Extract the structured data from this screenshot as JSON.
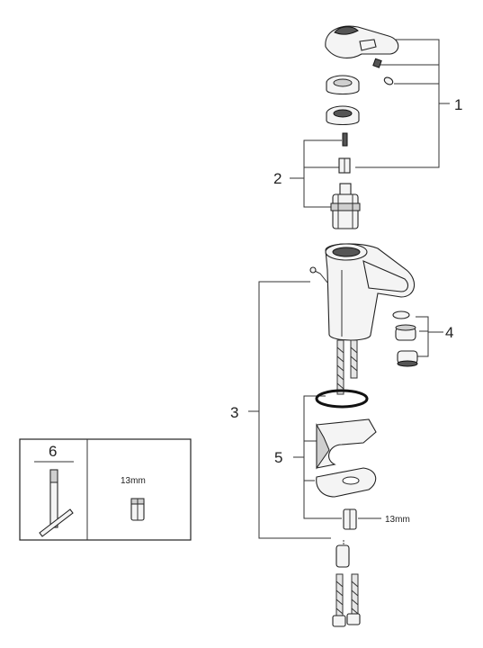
{
  "callouts": {
    "c1": "1",
    "c2": "2",
    "c3": "3",
    "c4": "4",
    "c5": "5",
    "c6": "6"
  },
  "sizes": {
    "nut_size": "13mm",
    "tool_size": "13mm"
  },
  "icons": [
    "lever-handle-icon",
    "cartridge-icon",
    "spout-body-icon",
    "aerator-icon",
    "flexible-hose-icon",
    "key-tool-icon",
    "nut-icon"
  ],
  "colors": {
    "line": "#333333",
    "fill": "#f4f4f4",
    "shade": "#cfcfcf"
  }
}
